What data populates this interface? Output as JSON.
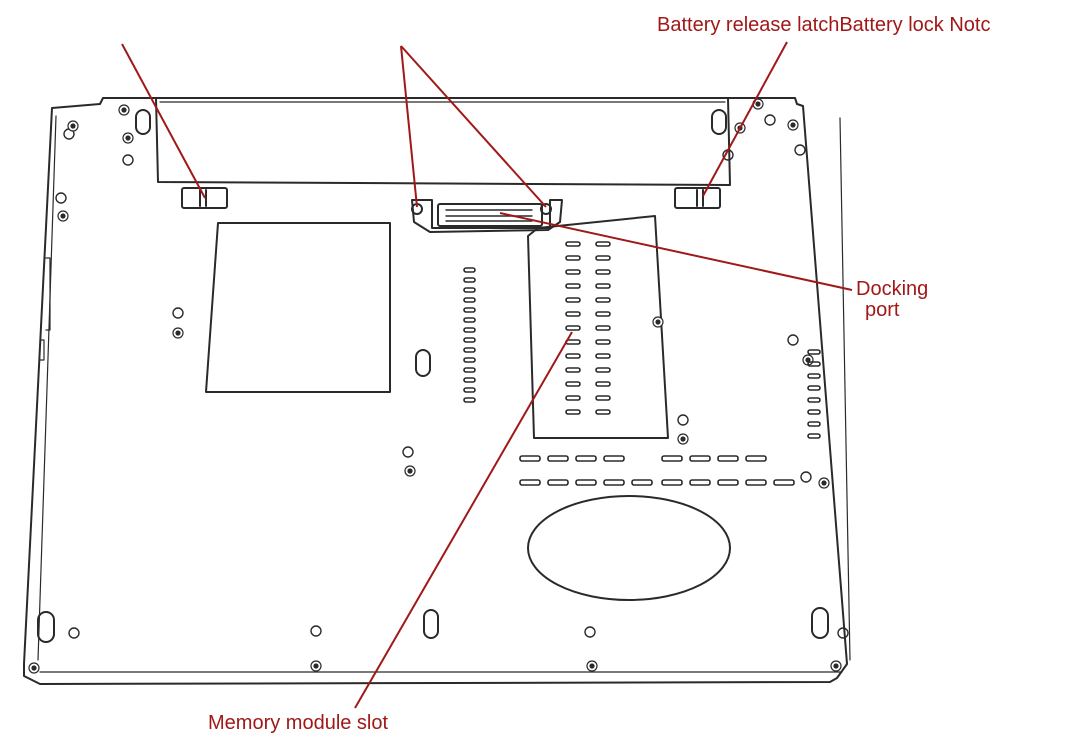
{
  "labels": {
    "battery_callout": "Battery release latchBattery lock Notc",
    "docking_line1": "Docking",
    "docking_line2": "port",
    "memory_slot": "Memory module slot"
  },
  "colors": {
    "callout": "#a01818",
    "outline": "#2a2a2a",
    "background": "#ffffff"
  }
}
